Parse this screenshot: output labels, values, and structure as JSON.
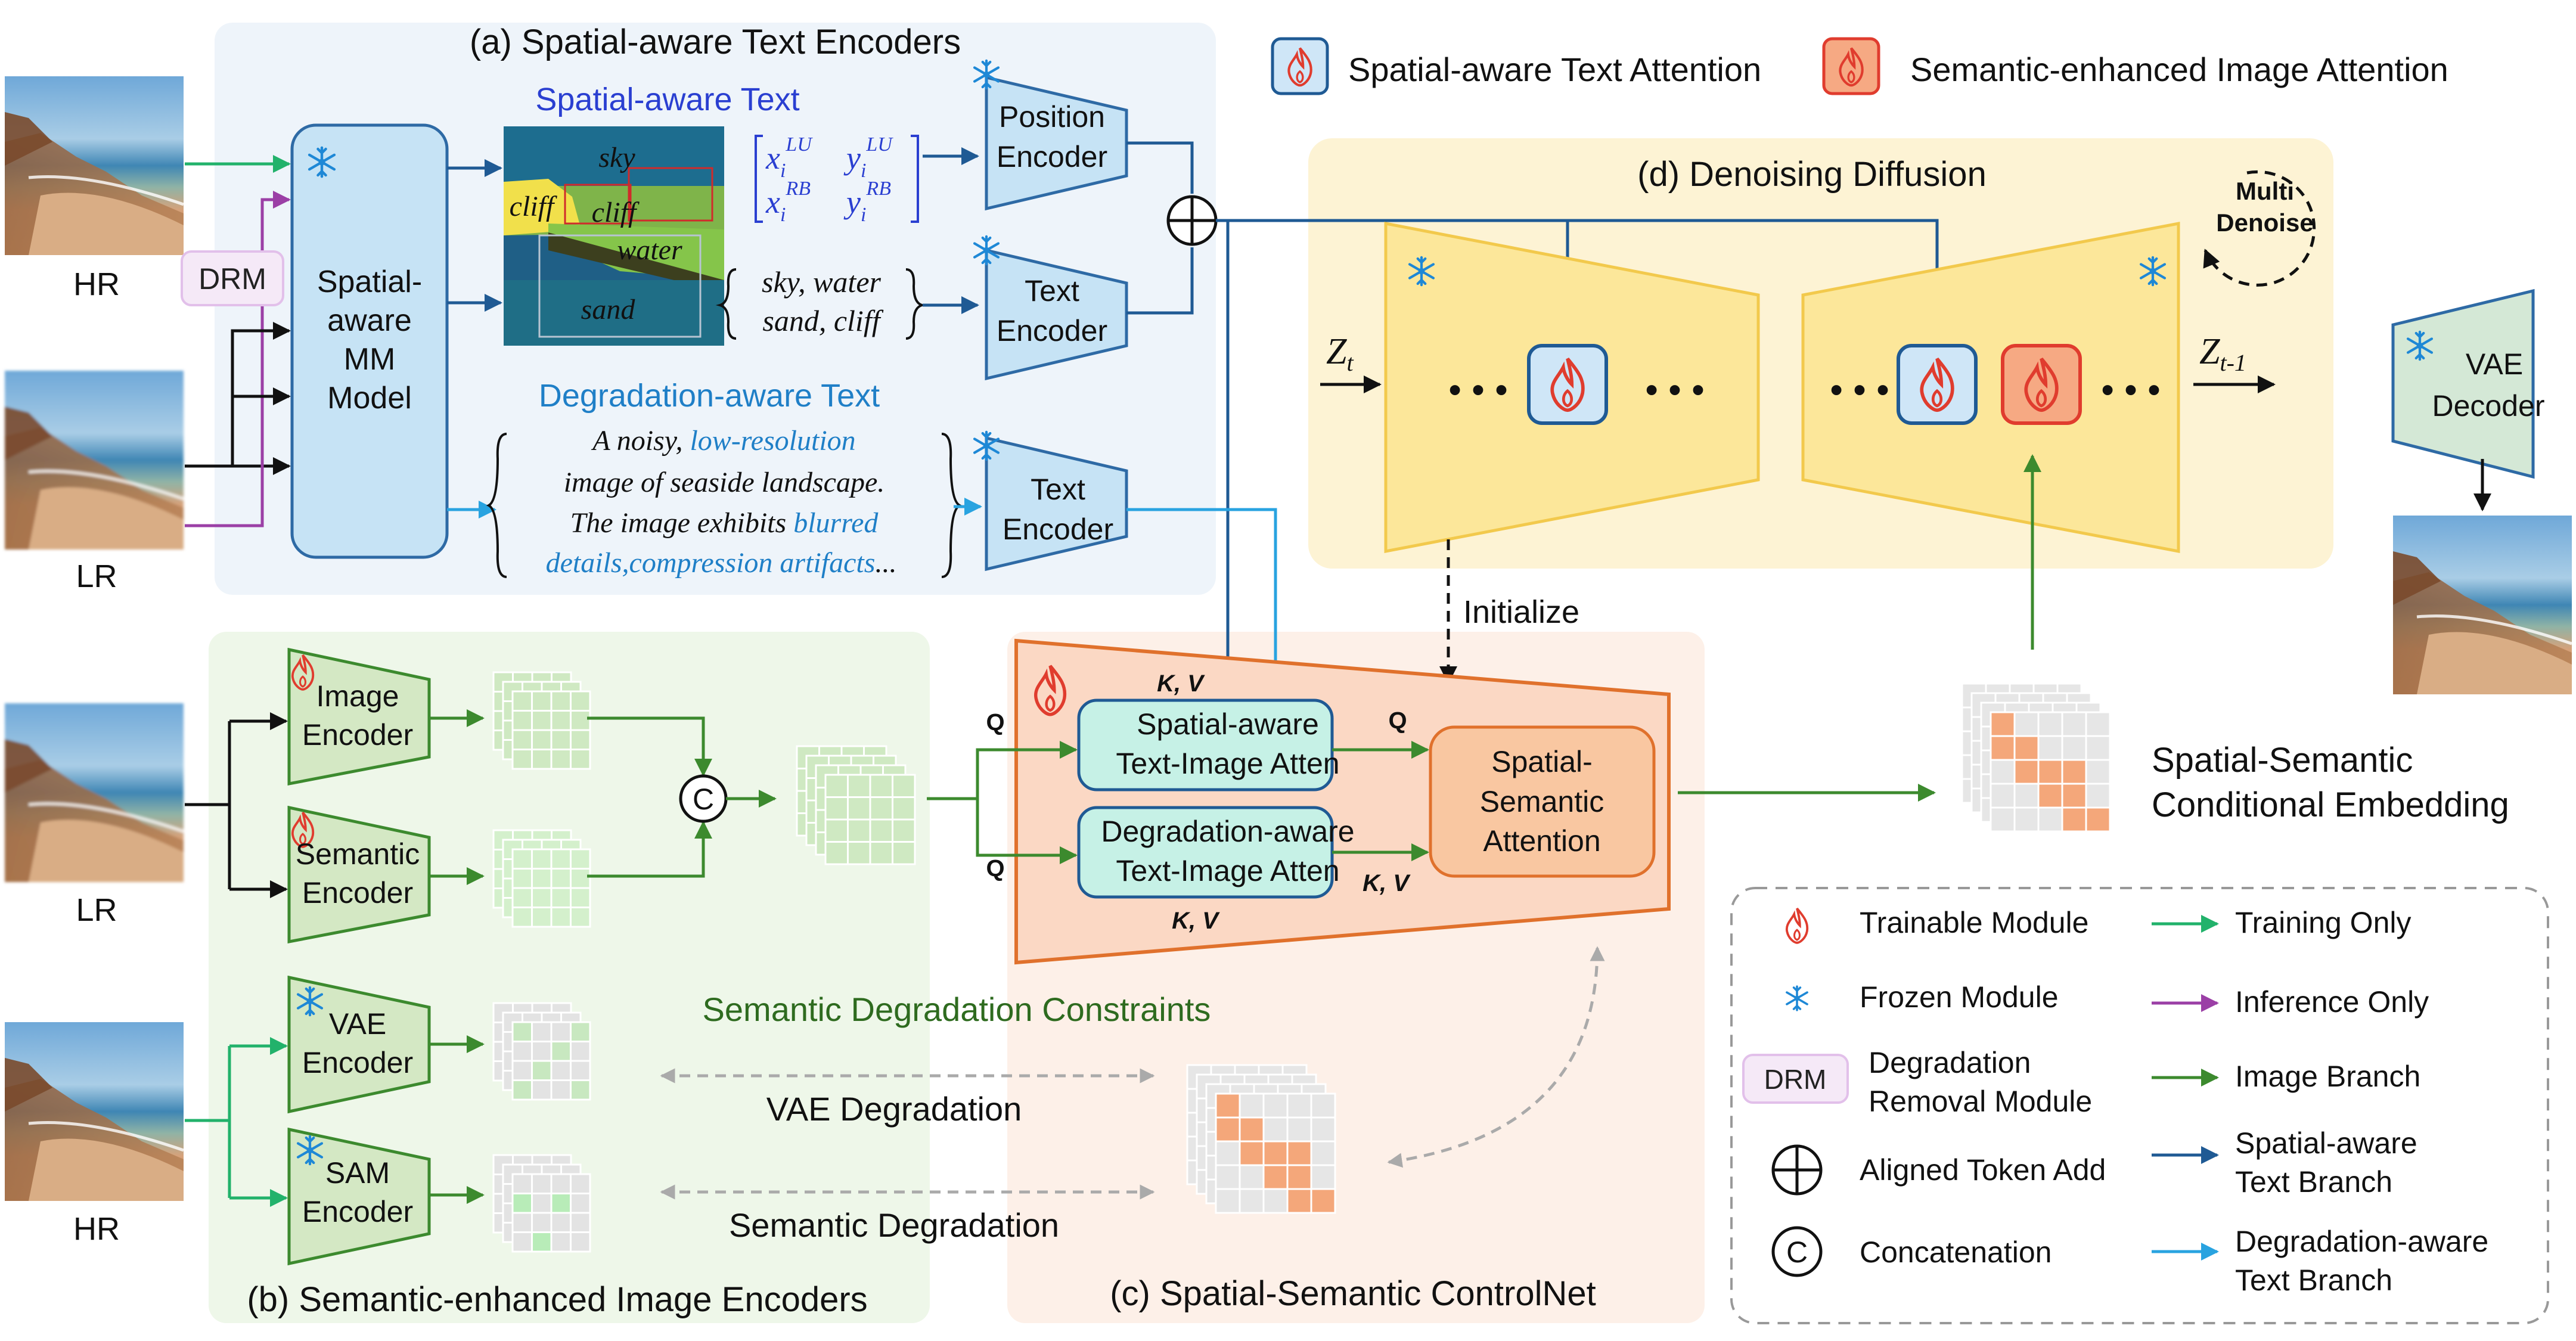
{
  "panels": {
    "a_title": "(a) Spatial-aware Text Encoders",
    "b_title": "(b) Semantic-enhanced Image Encoders",
    "c_title": "(c) Spatial-Semantic ControlNet",
    "d_title": "(d) Denoising Diffusion"
  },
  "top_legend": {
    "spatial_attention": "Spatial-aware Text Attention",
    "semantic_attention": "Semantic-enhanced Image Attention"
  },
  "inputs": {
    "hr": "HR",
    "lr": "LR",
    "lr2": "LR",
    "hr2": "HR",
    "drm": "DRM"
  },
  "mm_model": {
    "line1": "Spatial-",
    "line2": "aware",
    "line3": "MM",
    "line4": "Model"
  },
  "spatial_text": {
    "heading": "Spatial-aware Text",
    "seg_labels": [
      "sky",
      "cliff",
      "cliff",
      "water",
      "sand"
    ],
    "coords": [
      "x",
      "LU",
      "y",
      "LU",
      "x",
      "RB",
      "y",
      "RB",
      "i"
    ],
    "words_line1": "sky, water",
    "words_line2": "sand, cliff"
  },
  "encoders": {
    "position": [
      "Position",
      "Encoder"
    ],
    "text1": [
      "Text",
      "Encoder"
    ],
    "text2": [
      "Text",
      "Encoder"
    ],
    "image": [
      "Image",
      "Encoder"
    ],
    "semantic": [
      "Semantic",
      "Encoder"
    ],
    "vae": [
      "VAE",
      "Encoder"
    ],
    "sam": [
      "SAM",
      "Encoder"
    ],
    "vae_decoder": [
      "VAE",
      "Decoder"
    ]
  },
  "degradation_text": {
    "heading": "Degradation-aware Text",
    "line1a": "A noisy, ",
    "line1b": "low-resolution",
    "line2": "image of seaside landscape.",
    "line3a": "The image exhibits ",
    "line3b": "blurred",
    "line4a": "details,compression artifacts",
    "line4b": "..."
  },
  "diffusion": {
    "zt": "Z",
    "zt_sub": "t",
    "zt1": "Z",
    "zt1_sub": "t-1",
    "multi": "Multi",
    "denoise": "Denoise",
    "dots": "• • •"
  },
  "controlnet": {
    "initialize": "Initialize",
    "spatial_atten": [
      "Spatial-aware",
      "Text-Image Atten"
    ],
    "degradation_atten": [
      "Degradation-aware",
      "Text-Image Atten"
    ],
    "spatial_semantic": [
      "Spatial-",
      "Semantic",
      "Attention"
    ],
    "kv": "K, V",
    "q": "Q"
  },
  "embedding": [
    "Spatial-Semantic",
    "Conditional Embedding"
  ],
  "constraints": {
    "title": "Semantic Degradation Constraints",
    "vae_degradation": "VAE Degradation",
    "semantic_degradation": "Semantic  Degradation"
  },
  "concat_symbol": "C",
  "legend": {
    "trainable": "Trainable Module",
    "frozen": "Frozen Module",
    "drm_badge": "DRM",
    "drm_line1": "Degradation",
    "drm_line2": "Removal Module",
    "aligned_add": "Aligned Token Add",
    "concat": "Concatenation",
    "training_only": "Training Only",
    "inference_only": "Inference Only",
    "image_branch": "Image Branch",
    "spatial_branch_1": "Spatial-aware",
    "spatial_branch_2": "Text Branch",
    "degradation_branch_1": "Degradation-aware",
    "degradation_branch_2": "Text Branch"
  },
  "colors": {
    "training": "#22b26b",
    "inference": "#9b3fa6",
    "image_branch": "#3c8a2e",
    "spatial_branch": "#1f5a94",
    "degradation_branch": "#29a3e0",
    "frozen": "#1e88d6",
    "trainable": "#e03c2e"
  }
}
